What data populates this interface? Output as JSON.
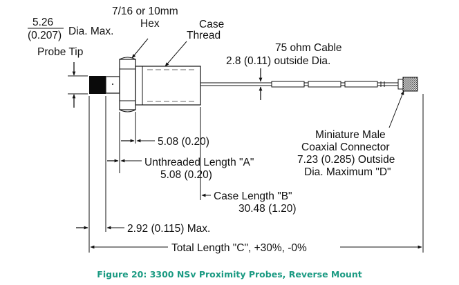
{
  "diagram": {
    "tip_dia": {
      "value": "5.26",
      "value_in": "(0.207)",
      "suffix": "Dia. Max.",
      "name": "Probe Tip"
    },
    "hex": {
      "line1": "7/16 or 10mm",
      "line2": "Hex"
    },
    "case_thread": {
      "line1": "Case",
      "line2": "Thread"
    },
    "cable": {
      "line1": "75 ohm Cable",
      "line2": "2.8 (0.11) outside Dia."
    },
    "connector": {
      "line1": "Miniature Male",
      "line2": "Coaxial Connector",
      "line3": "7.23 (0.285) Outside",
      "line4": "Dia. Maximum \"D\""
    },
    "dim_thread_gap": "5.08 (0.20)",
    "unthreaded": {
      "line1": "Unthreaded Length \"A\"",
      "line2": "5.08 (0.20)"
    },
    "case_length": {
      "line1": "Case Length \"B\"",
      "line2": "30.48 (1.20)"
    },
    "tip_offset": "2.92 (0.115) Max.",
    "total_length": "Total Length  \"C\", +30%, -0%"
  },
  "caption": {
    "text": "Figure 20:  3300 NSv Proximity Probes, Reverse Mount",
    "color": "#1a9a82"
  }
}
